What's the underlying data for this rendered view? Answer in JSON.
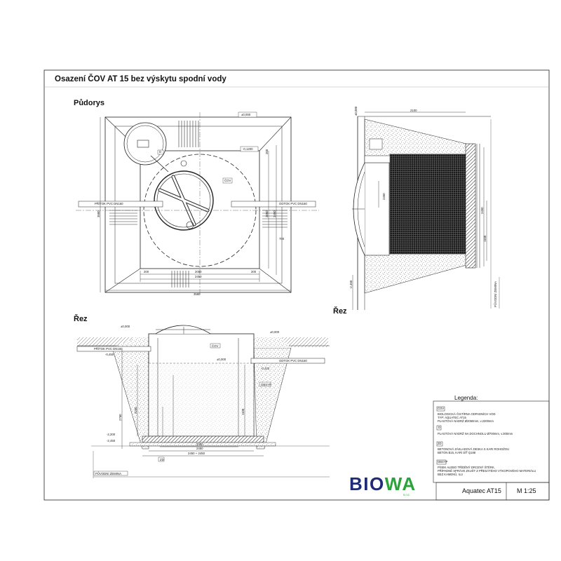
{
  "drawing": {
    "title": "Osazení ČOV AT 15 bez výskytu spodní vody",
    "views": {
      "plan": "Půdorys",
      "section_left": "Řez",
      "section_right": "Řez"
    },
    "legend": {
      "title": "Legenda:",
      "items": [
        {
          "code": "ČOV",
          "text": "BIOLOGICKÁ ČISTÍRNA ODPADNÍCH VOD\nTYP: AQUATEC AT15\nPLASTOVÁ NÁDRŽ Ø2050mm, v.2200mm"
        },
        {
          "code": "D",
          "text": "PLASTOVÁ NÁDRŽ NA DOCHNOLU Ø700mm, v.300mm"
        },
        {
          "code": "ZD",
          "text": "BETONOVÁ ZÁKLADOVÁ DESKA S KARI ROHOŽOU\nBETON B15, KARI SÍŤ Q188"
        },
        {
          "code": "OBSYP",
          "text": "PÍSEK ALEBO TŘÍDĚNÝ DRCENÝ ŠTĚRK,\nPŘÍPADNĚ SPRÁVE ZKUŠT Z PŘESÁTÉHO VÝKOPOVÉHO MATERIÁLU\nBEZ KAMENŮ, ILU"
        }
      ]
    },
    "title_block": {
      "brand_bio": "BIO",
      "brand_wa": "WA",
      "brand_sub": "s.r.o.",
      "name": "Aquatec AT15",
      "scale": "M 1:25"
    },
    "plan_dims": {
      "top_level": "±0,000",
      "inner_level": "-0,1200",
      "inlet": "PŘÍTOK PVC DN160",
      "outlet": "ODTOK PVC DN160",
      "cov": "ČOV",
      "d": "D",
      "d_width": "2050",
      "d_total": "2450",
      "d_outer": "3580",
      "d_side": "200",
      "d_side2": "200",
      "d_vert1": "2050",
      "d_vert2": "2450",
      "d_left": "3580",
      "d_small": "700",
      "d_small2": "200"
    },
    "left_section_dims": {
      "top1": "±0,000",
      "top2": "±0,000",
      "inlet": "PŘÍTOK PVC DN160",
      "outlet": "ODTOK PVC DN160",
      "cov": "ČOV",
      "water": "±0,000",
      "obsyp": "OBSYP",
      "level1": "-0,450",
      "level2": "-0,420",
      "level3": "-2,200",
      "base1": "-2,450",
      "zd": "ZD",
      "w_inner": "2050",
      "w_mid": "2450",
      "w_outer": "2450 + 2450",
      "h1": "2200",
      "h2": "1100",
      "h3": "2760",
      "ground": "PŮVODNÍ ZEMINA"
    },
    "right_section_dims": {
      "top": "±0,000",
      "width": "2100",
      "h1": "2450",
      "h2": "2450",
      "h3": "1100",
      "level_bot": "-2,450",
      "ground": "PŮVODNÍ ZEMINA"
    }
  }
}
